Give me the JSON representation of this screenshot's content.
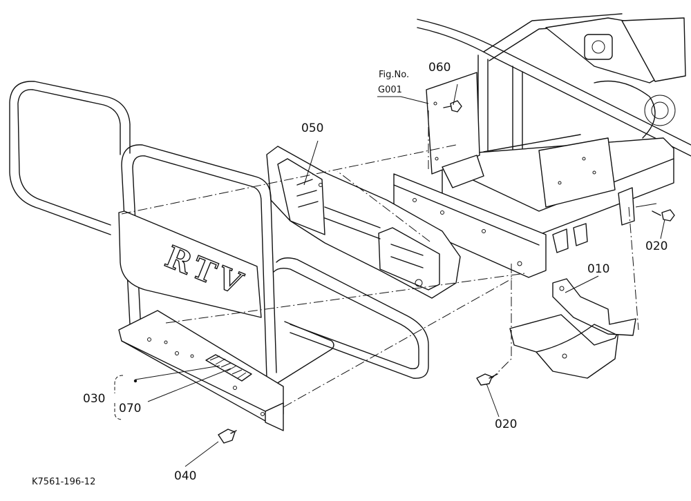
{
  "figure": {
    "drawing_id": "K7561-196-12",
    "fig_ref": {
      "line1": "Fig.No.",
      "line2": "G001"
    },
    "callouts": [
      {
        "id": "c010",
        "text": "010"
      },
      {
        "id": "c020a",
        "text": "020"
      },
      {
        "id": "c020b",
        "text": "020"
      },
      {
        "id": "c030",
        "text": "030"
      },
      {
        "id": "c040",
        "text": "040"
      },
      {
        "id": "c050",
        "text": "050"
      },
      {
        "id": "c060",
        "text": "060"
      },
      {
        "id": "c070",
        "text": "070"
      }
    ],
    "grille_lettering": "RTV"
  }
}
